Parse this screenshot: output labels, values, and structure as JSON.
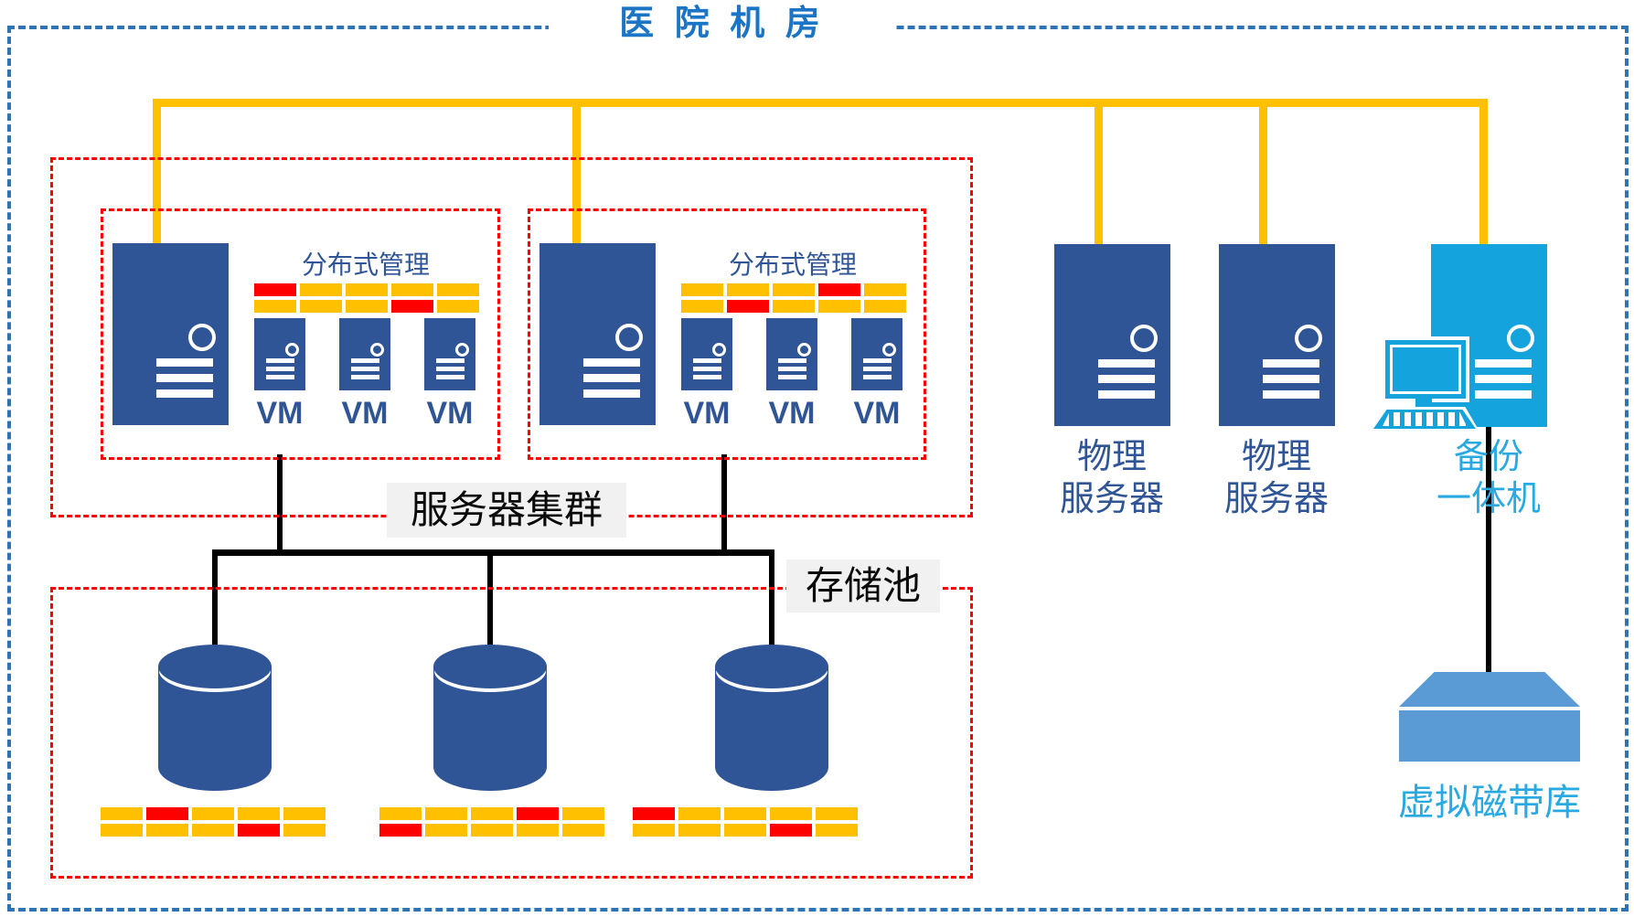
{
  "title": "医 院 机 房",
  "colors": {
    "O": "#FFC000",
    "R": "#FF0000",
    "server_blue": "#2F5597",
    "backup_cyan": "#14A3DC",
    "label_cyan": "#29A9E1",
    "tape_blue": "#5B9BD5",
    "title_blue": "#1B74C4",
    "border_blue": "#2E74B5",
    "box_red": "#FF0000",
    "link_yellow": "#FFC000"
  },
  "cluster": {
    "label": "服务器集群",
    "nodes": [
      {
        "mgmt_label": "分布式管理",
        "vm_labels": [
          "VM",
          "VM",
          "VM"
        ],
        "bars": {
          "row1": [
            "R",
            "O",
            "O",
            "O",
            "O"
          ],
          "row2": [
            "O",
            "O",
            "O",
            "R",
            "O"
          ]
        }
      },
      {
        "mgmt_label": "分布式管理",
        "vm_labels": [
          "VM",
          "VM",
          "VM"
        ],
        "bars": {
          "row1": [
            "O",
            "O",
            "O",
            "R",
            "O"
          ],
          "row2": [
            "O",
            "R",
            "O",
            "O",
            "O"
          ]
        }
      }
    ]
  },
  "storage": {
    "label": "存储池",
    "pools": [
      {
        "bars": {
          "row1": [
            "O",
            "R",
            "O",
            "O",
            "O"
          ],
          "row2": [
            "O",
            "O",
            "O",
            "R",
            "O"
          ]
        }
      },
      {
        "bars": {
          "row1": [
            "O",
            "O",
            "O",
            "R",
            "O"
          ],
          "row2": [
            "R",
            "O",
            "O",
            "O",
            "O"
          ]
        }
      },
      {
        "bars": {
          "row1": [
            "R",
            "O",
            "O",
            "O",
            "O"
          ],
          "row2": [
            "O",
            "O",
            "O",
            "R",
            "O"
          ]
        }
      }
    ]
  },
  "physical_servers": [
    {
      "label": "物理\n服务器"
    },
    {
      "label": "物理\n服务器"
    }
  ],
  "backup": {
    "label": "备份\n一体机"
  },
  "tape_library": {
    "label": "虚拟磁带库"
  }
}
